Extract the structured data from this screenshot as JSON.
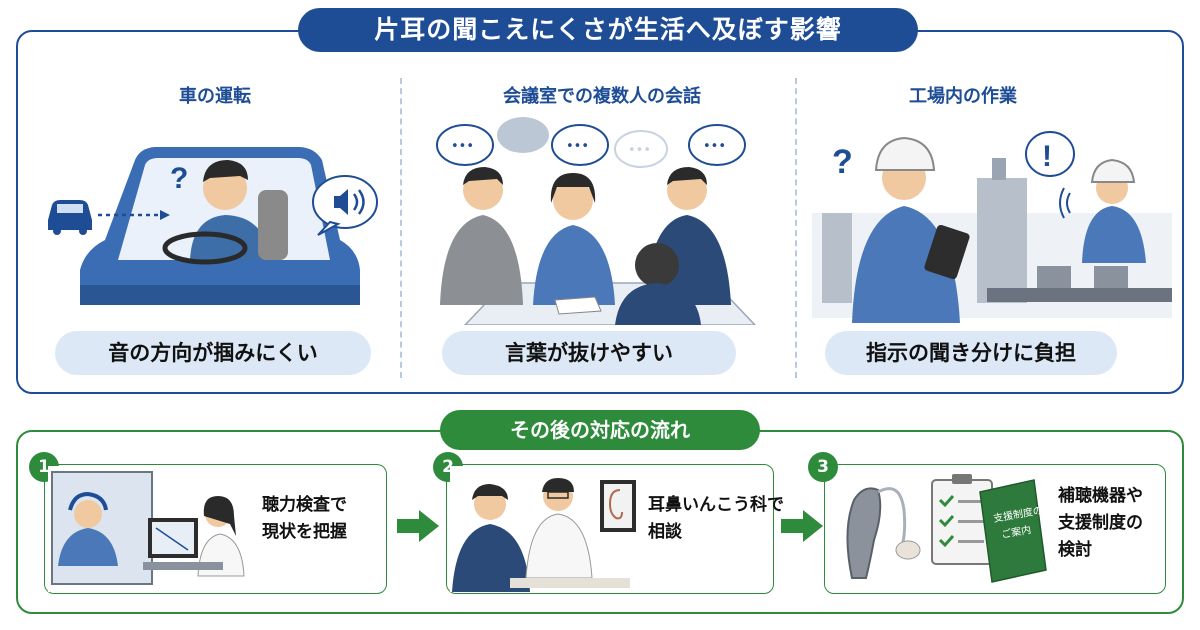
{
  "top": {
    "title": "片耳の聞こえにくさが生活へ及ぼす影響",
    "columns": [
      {
        "title": "車の運転",
        "caption": "音の方向が掴みにくい"
      },
      {
        "title": "会議室での複数人の会話",
        "caption": "言葉が抜けやすい"
      },
      {
        "title": "工場内の作業",
        "caption": "指示の聞き分けに負担"
      }
    ]
  },
  "bottom": {
    "title": "その後の対応の流れ",
    "steps": [
      {
        "num": "1",
        "line1": "聴力検査で",
        "line2": "現状を把握",
        "line3": ""
      },
      {
        "num": "2",
        "line1": "耳鼻いんこう科で",
        "line2": "相談",
        "line3": ""
      },
      {
        "num": "3",
        "line1": "補聴機器や",
        "line2": "支援制度の",
        "line3": "検討"
      }
    ],
    "booklet_line1": "支援制度の",
    "booklet_line2": "ご案内"
  },
  "symbols": {
    "question": "?",
    "exclamation": "!",
    "ellipsis": "•••"
  },
  "colors": {
    "blue": "#1e4d96",
    "green": "#2e8b3c",
    "pill": "#dde8f6"
  }
}
